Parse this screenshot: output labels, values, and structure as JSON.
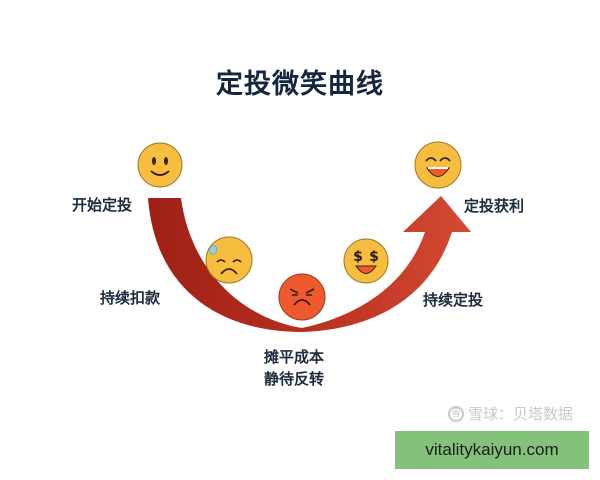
{
  "title": "定投微笑曲线",
  "stages": [
    {
      "label": "开始定投",
      "emoji": "smile-face"
    },
    {
      "label": "持续扣款",
      "emoji": "sweat-frown-face"
    },
    {
      "label_line1": "摊平成本",
      "label_line2": "静待反转",
      "emoji": "angry-face"
    },
    {
      "label": "持续定投",
      "emoji": "dollar-eyes-face"
    },
    {
      "label": "定投获利",
      "emoji": "grin-face"
    }
  ],
  "colors": {
    "arrow_dark": "#a3231a",
    "arrow_light": "#d24a33",
    "face_yellow": "#f6bd3f",
    "face_red": "#ee5a2e",
    "title": "#15263f",
    "banner": "#84c17a"
  },
  "watermark": {
    "logo": "雪",
    "text": "雪球：贝塔数据"
  },
  "banner": {
    "text": "vitalitykaiyun.com"
  }
}
